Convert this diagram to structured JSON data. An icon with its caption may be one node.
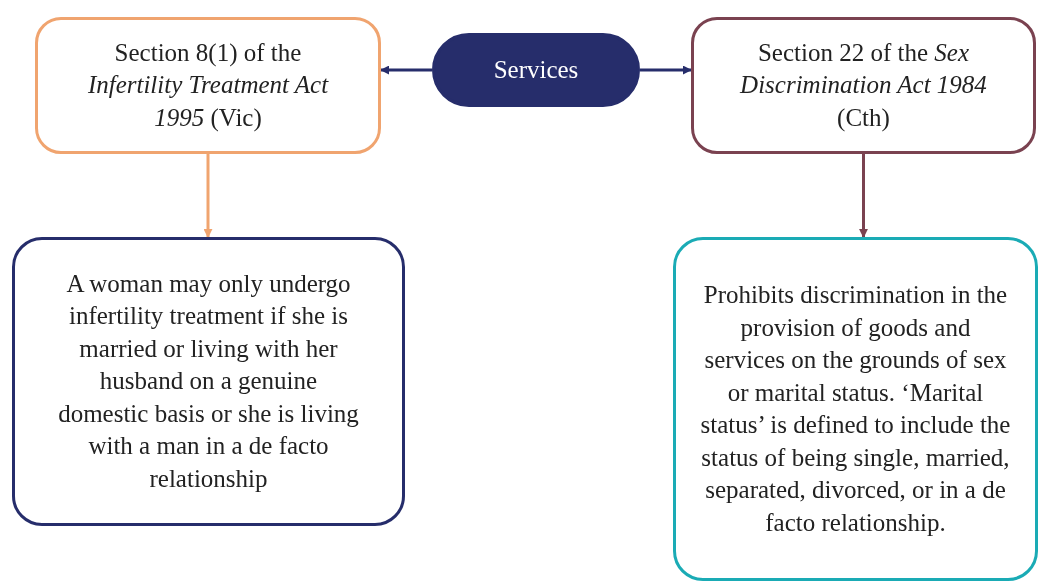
{
  "diagram": {
    "nodes": [
      {
        "text": [
          "Section 8(1) of the *Infertility Treatment Act 1995* (Vic)"
        ]
      },
      {
        "text": [
          "Services"
        ]
      },
      {
        "text": [
          "Section 22 of the *Sex Discrimination Act 1984* (Cth)"
        ]
      },
      {
        "text": [
          "A woman may only undergo infertility treatment if she is married or living with her husband on a genuine domestic basis or she is living with a man in a de facto relationship"
        ]
      },
      {
        "text": [
          "Prohibits discrimination in the provision of goods and services on the grounds of sex or marital status. ‘Marital status’ is defined to include the status of being single, married, separated, divorced, or in a de facto relationship."
        ]
      }
    ],
    "edges": [
      {
        "from": 1,
        "to": 0,
        "arrow": "to",
        "color": "#262d6b"
      },
      {
        "from": 1,
        "to": 2,
        "arrow": "to",
        "color": "#262d6b"
      },
      {
        "from": 0,
        "to": 3,
        "arrow": "to",
        "color": "#f0a46f"
      },
      {
        "from": 2,
        "to": 4,
        "arrow": "to",
        "color": "#7a4250"
      }
    ]
  }
}
